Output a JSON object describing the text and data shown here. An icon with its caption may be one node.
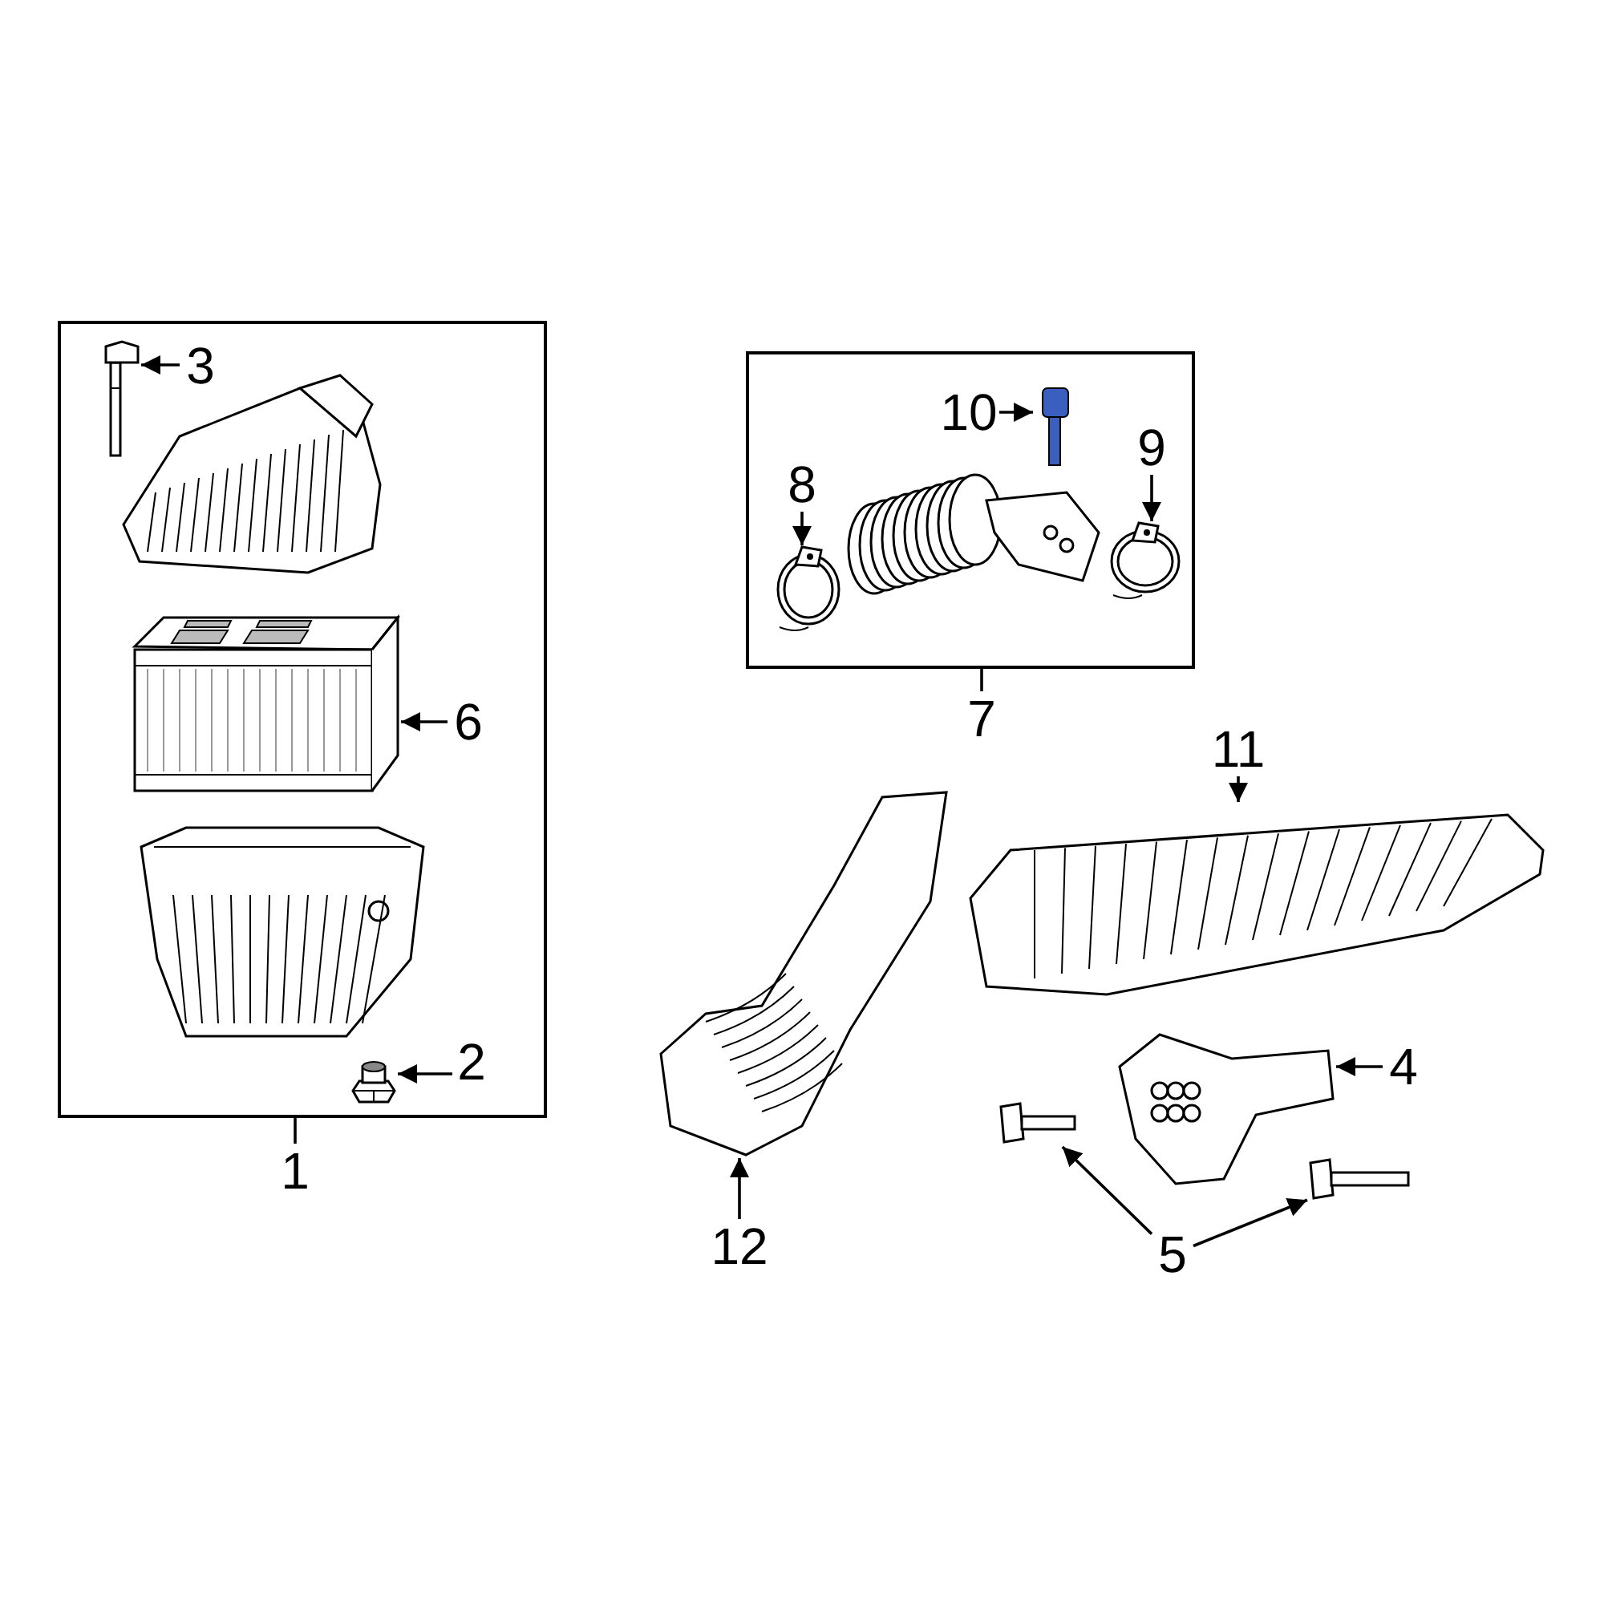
{
  "diagram": {
    "nodes": [
      {
        "text": [],
        "shape": "box"
      },
      {
        "text": [
          "3"
        ],
        "in": 0
      },
      {
        "text": [],
        "shape": "picture",
        "in": 0
      },
      {
        "text": [],
        "shape": "picture",
        "in": 0
      },
      {
        "text": [
          "6"
        ],
        "in": 0
      },
      {
        "text": [],
        "shape": "picture",
        "in": 0
      },
      {
        "text": [],
        "shape": "picture",
        "in": 0
      },
      {
        "text": [
          "2"
        ],
        "in": 0
      },
      {
        "text": [],
        "shape": "picture",
        "in": 0
      },
      {
        "text": [
          "1"
        ]
      },
      {
        "text": [],
        "shape": "box"
      },
      {
        "text": [
          "10"
        ],
        "in": 10
      },
      {
        "text": [],
        "shape": "picture",
        "in": 10
      },
      {
        "text": [
          "8"
        ],
        "in": 10
      },
      {
        "text": [
          "9"
        ],
        "in": 10
      },
      {
        "text": [],
        "shape": "picture",
        "in": 10
      },
      {
        "text": [],
        "shape": "picture",
        "in": 10
      },
      {
        "text": [],
        "shape": "picture",
        "in": 10
      },
      {
        "text": [
          "7"
        ]
      },
      {
        "text": [
          "11"
        ]
      },
      {
        "text": [],
        "shape": "picture"
      },
      {
        "text": [],
        "shape": "picture"
      },
      {
        "text": [
          "4"
        ]
      },
      {
        "text": [],
        "shape": "picture"
      },
      {
        "text": [],
        "shape": "picture"
      },
      {
        "text": [],
        "shape": "picture"
      },
      {
        "text": [
          "12"
        ]
      },
      {
        "text": [
          "5"
        ]
      }
    ],
    "edges": [
      {
        "from": 9,
        "to": 0,
        "arrow": "none"
      },
      {
        "from": 1,
        "to": 2,
        "arrow": "to"
      },
      {
        "from": 4,
        "to": 5,
        "arrow": "to"
      },
      {
        "from": 7,
        "to": 8,
        "arrow": "to"
      },
      {
        "from": 18,
        "to": 10,
        "arrow": "none"
      },
      {
        "from": 11,
        "to": 12,
        "arrow": "to"
      },
      {
        "from": 13,
        "to": 15,
        "arrow": "to"
      },
      {
        "from": 14,
        "to": 17,
        "arrow": "to"
      },
      {
        "from": 19,
        "to": 20,
        "arrow": "to"
      },
      {
        "from": 26,
        "to": 21,
        "arrow": "to"
      },
      {
        "from": 22,
        "to": 23,
        "arrow": "to"
      },
      {
        "from": 27,
        "to": 24,
        "arrow": "to"
      },
      {
        "from": 27,
        "to": 25,
        "arrow": "to"
      }
    ]
  }
}
